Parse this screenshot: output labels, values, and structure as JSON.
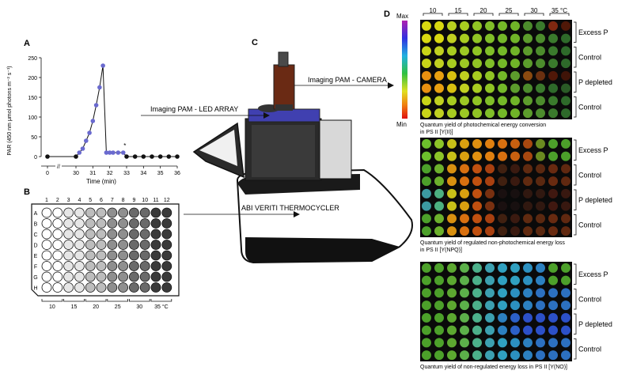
{
  "panels": {
    "a": "A",
    "b": "B",
    "c": "C",
    "d": "D"
  },
  "chart_data": {
    "type": "line",
    "xlabel": "Time (min)",
    "ylabel": "PAR (450 nm μmol photons m⁻² s⁻¹)",
    "xlim": [
      0,
      36
    ],
    "ylim": [
      0,
      250
    ],
    "x_ticks": [
      "0",
      "30",
      "31",
      "32",
      "33",
      "34",
      "35",
      "36"
    ],
    "y_ticks": [
      "0",
      "50",
      "100",
      "150",
      "200",
      "250"
    ],
    "axis_break": "//",
    "annotation": "*",
    "series": [
      {
        "points": [
          {
            "x": 0,
            "y": 0,
            "color": "#111111"
          },
          {
            "x": 30,
            "y": 0,
            "color": "#111111"
          },
          {
            "x": 30.2,
            "y": 10,
            "color": "#6a6acf"
          },
          {
            "x": 30.4,
            "y": 20,
            "color": "#6a6acf"
          },
          {
            "x": 30.6,
            "y": 40,
            "color": "#6a6acf"
          },
          {
            "x": 30.8,
            "y": 60,
            "color": "#6a6acf"
          },
          {
            "x": 31.0,
            "y": 90,
            "color": "#6a6acf"
          },
          {
            "x": 31.2,
            "y": 130,
            "color": "#6a6acf"
          },
          {
            "x": 31.4,
            "y": 175,
            "color": "#6a6acf"
          },
          {
            "x": 31.6,
            "y": 230,
            "color": "#6a6acf"
          },
          {
            "x": 31.8,
            "y": 10,
            "color": "#6a6acf"
          },
          {
            "x": 32.0,
            "y": 10,
            "color": "#6a6acf"
          },
          {
            "x": 32.2,
            "y": 10,
            "color": "#6a6acf"
          },
          {
            "x": 32.5,
            "y": 10,
            "color": "#6a6acf"
          },
          {
            "x": 32.8,
            "y": 10,
            "color": "#6a6acf"
          },
          {
            "x": 33.0,
            "y": 0,
            "color": "#111111"
          },
          {
            "x": 33.5,
            "y": 0,
            "color": "#111111"
          },
          {
            "x": 34.0,
            "y": 0,
            "color": "#111111"
          },
          {
            "x": 34.5,
            "y": 0,
            "color": "#111111"
          },
          {
            "x": 35.0,
            "y": 0,
            "color": "#111111"
          },
          {
            "x": 35.5,
            "y": 0,
            "color": "#111111"
          },
          {
            "x": 36.0,
            "y": 0,
            "color": "#111111"
          }
        ]
      }
    ]
  },
  "plate": {
    "rows": [
      "A",
      "B",
      "C",
      "D",
      "E",
      "F",
      "G",
      "H"
    ],
    "columns": [
      "1",
      "2",
      "3",
      "4",
      "5",
      "6",
      "7",
      "8",
      "9",
      "10",
      "11",
      "12"
    ],
    "column_shades": [
      "#ffffff",
      "#ffffff",
      "#e6e6e6",
      "#e6e6e6",
      "#bdbdbd",
      "#bdbdbd",
      "#8f8f8f",
      "#8f8f8f",
      "#6a6a6a",
      "#6a6a6a",
      "#3a3a3a",
      "#3a3a3a"
    ],
    "temperatures": [
      "10",
      "15",
      "20",
      "25",
      "30",
      "35 °C"
    ]
  },
  "setup": {
    "camera_label": "Imaging PAM - CAMERA",
    "led_label": "Imaging PAM - LED ARRAY",
    "thermocycler_label": "ABI VERITI THERMOCYCLER"
  },
  "panel_d": {
    "temperatures": [
      "10",
      "15",
      "20",
      "25",
      "30",
      "35 °C"
    ],
    "scale_max": "Max",
    "scale_min": "Min",
    "groups": [
      "Excess P",
      "Control",
      "P depleted",
      "Control"
    ],
    "images": [
      {
        "caption1": "Quantum yield of photochemical energy conversion",
        "caption2": "in PS II [Y(II)]",
        "rows": [
          [
            "#d8d810",
            "#d8d810",
            "#b8d020",
            "#a8cc20",
            "#90c424",
            "#80be28",
            "#74b828",
            "#70b428",
            "#4c8c2c",
            "#3a7a2c",
            "#802810",
            "#501808"
          ],
          [
            "#d8d810",
            "#d8d810",
            "#c0d020",
            "#a8cc20",
            "#90c424",
            "#80be28",
            "#74b828",
            "#70b428",
            "#5c9c2c",
            "#4c8c2c",
            "#3a7a2c",
            "#2e6a2a"
          ],
          [
            "#c8d418",
            "#c0d020",
            "#a8cc20",
            "#9cc824",
            "#90c424",
            "#80be28",
            "#74b828",
            "#70b428",
            "#5c9c2c",
            "#4c8c2c",
            "#3a7a2c",
            "#2e6a2a"
          ],
          [
            "#c8d418",
            "#c0d020",
            "#a8cc20",
            "#9cc824",
            "#90c424",
            "#80be28",
            "#74b828",
            "#70b428",
            "#5c9c2c",
            "#4c8c2c",
            "#3a7a2c",
            "#2e6a2a"
          ],
          [
            "#e89010",
            "#e8a010",
            "#d8c010",
            "#c0d020",
            "#a8cc20",
            "#90c424",
            "#74b828",
            "#5c9c2c",
            "#8a4a10",
            "#6a3010",
            "#501808",
            "#401408"
          ],
          [
            "#e89010",
            "#e8a010",
            "#d8c010",
            "#c0d020",
            "#a8cc20",
            "#90c424",
            "#74b828",
            "#5c9c2c",
            "#4c8c2c",
            "#3a7a2c",
            "#2e6a2a",
            "#2a5a26"
          ],
          [
            "#c8d418",
            "#c0d020",
            "#a8cc20",
            "#9cc824",
            "#90c424",
            "#80be28",
            "#74b828",
            "#70b428",
            "#5c9c2c",
            "#4c8c2c",
            "#3a7a2c",
            "#2e6a2a"
          ],
          [
            "#c8d418",
            "#c0d020",
            "#a8cc20",
            "#9cc824",
            "#90c424",
            "#80be28",
            "#74b828",
            "#70b428",
            "#5c9c2c",
            "#4c8c2c",
            "#3a7a2c",
            "#2e6a2a"
          ]
        ]
      },
      {
        "caption1": "Quantum yield of regulated non-photochemical energy loss",
        "caption2": "in PS II [Y(NPQ)]",
        "rows": [
          [
            "#6cc02c",
            "#8cc428",
            "#c8c018",
            "#d8a010",
            "#e09010",
            "#e08010",
            "#d87010",
            "#c86010",
            "#a84810",
            "#6a8a20",
            "#4ca02a",
            "#4ca02a"
          ],
          [
            "#6cc02c",
            "#8cc428",
            "#c8c018",
            "#d8a010",
            "#e09010",
            "#e08010",
            "#d87010",
            "#c86010",
            "#a84810",
            "#6a8a20",
            "#4ca02a",
            "#4ca02a"
          ],
          [
            "#4ca02a",
            "#6cb02c",
            "#d89010",
            "#d87010",
            "#c05010",
            "#a84010",
            "#402010",
            "#3a1a10",
            "#602a10",
            "#5a2810",
            "#682a10",
            "#602810"
          ],
          [
            "#4ca02a",
            "#6cb02c",
            "#d89010",
            "#d87010",
            "#c05010",
            "#a84010",
            "#402010",
            "#3a1a10",
            "#602a10",
            "#5a2810",
            "#682a10",
            "#602810"
          ],
          [
            "#3c9aa0",
            "#4cb080",
            "#c8c018",
            "#d8a010",
            "#c05010",
            "#783010",
            "#1a1010",
            "#181010",
            "#301810",
            "#301810",
            "#401810",
            "#381810"
          ],
          [
            "#3c9aa0",
            "#4cb080",
            "#c8c018",
            "#d8a010",
            "#c05010",
            "#783010",
            "#1a1010",
            "#181010",
            "#301810",
            "#301810",
            "#401810",
            "#381810"
          ],
          [
            "#4ca02a",
            "#6cb02c",
            "#d89010",
            "#d87010",
            "#c05010",
            "#a84010",
            "#402010",
            "#3a1a10",
            "#602a10",
            "#5a2810",
            "#682a10",
            "#602810"
          ],
          [
            "#4ca02a",
            "#6cb02c",
            "#d89010",
            "#d87010",
            "#c05010",
            "#a84010",
            "#402010",
            "#3a1a10",
            "#602a10",
            "#5a2810",
            "#682a10",
            "#602810"
          ]
        ]
      },
      {
        "caption1": "Quantum yield of non-regulated energy loss in PS II [Y(NO)]",
        "caption2": "",
        "rows": [
          [
            "#4ca02a",
            "#4ca02a",
            "#5ca830",
            "#5cb04a",
            "#4cb08a",
            "#3ca0b0",
            "#30a0c0",
            "#30a0c0",
            "#2c90c0",
            "#2c80c0",
            "#4ca02a",
            "#4ca02a"
          ],
          [
            "#4ca02a",
            "#4ca02a",
            "#5ca830",
            "#5cb04a",
            "#4cb08a",
            "#3ca0b0",
            "#30a0c0",
            "#30a0c0",
            "#2c90c0",
            "#2c80c0",
            "#4ca02a",
            "#4ca02a"
          ],
          [
            "#4ca02a",
            "#4ca02a",
            "#5ca830",
            "#5cb04a",
            "#4cb08a",
            "#3ca0b0",
            "#30a0c0",
            "#2c90c0",
            "#2c80c0",
            "#2c70c0",
            "#2c70c0",
            "#2c70c0"
          ],
          [
            "#4ca02a",
            "#4ca02a",
            "#5ca830",
            "#5cb04a",
            "#4cb08a",
            "#3ca0b0",
            "#30a0c0",
            "#2c90c0",
            "#2c80c0",
            "#2c70c0",
            "#2c70c0",
            "#2c70c0"
          ],
          [
            "#4ca02a",
            "#4ca02a",
            "#5ca830",
            "#5cb04a",
            "#4cb08a",
            "#3ca0b0",
            "#2c80c0",
            "#2c60c8",
            "#2c50c8",
            "#2c50c8",
            "#2c50c8",
            "#2c50c8"
          ],
          [
            "#4ca02a",
            "#4ca02a",
            "#5ca830",
            "#5cb04a",
            "#4cb08a",
            "#3ca0b0",
            "#2c80c0",
            "#2c60c8",
            "#2c50c8",
            "#2c50c8",
            "#2c50c8",
            "#2c50c8"
          ],
          [
            "#4ca02a",
            "#4ca02a",
            "#5ca830",
            "#5cb04a",
            "#4cb08a",
            "#3ca0b0",
            "#30a0c0",
            "#2c90c0",
            "#2c80c0",
            "#2c70c0",
            "#2c70c0",
            "#2c70c0"
          ],
          [
            "#4ca02a",
            "#4ca02a",
            "#5ca830",
            "#5cb04a",
            "#4cb08a",
            "#3ca0b0",
            "#30a0c0",
            "#2c90c0",
            "#2c80c0",
            "#2c70c0",
            "#2c70c0",
            "#2c70c0"
          ]
        ]
      }
    ]
  }
}
